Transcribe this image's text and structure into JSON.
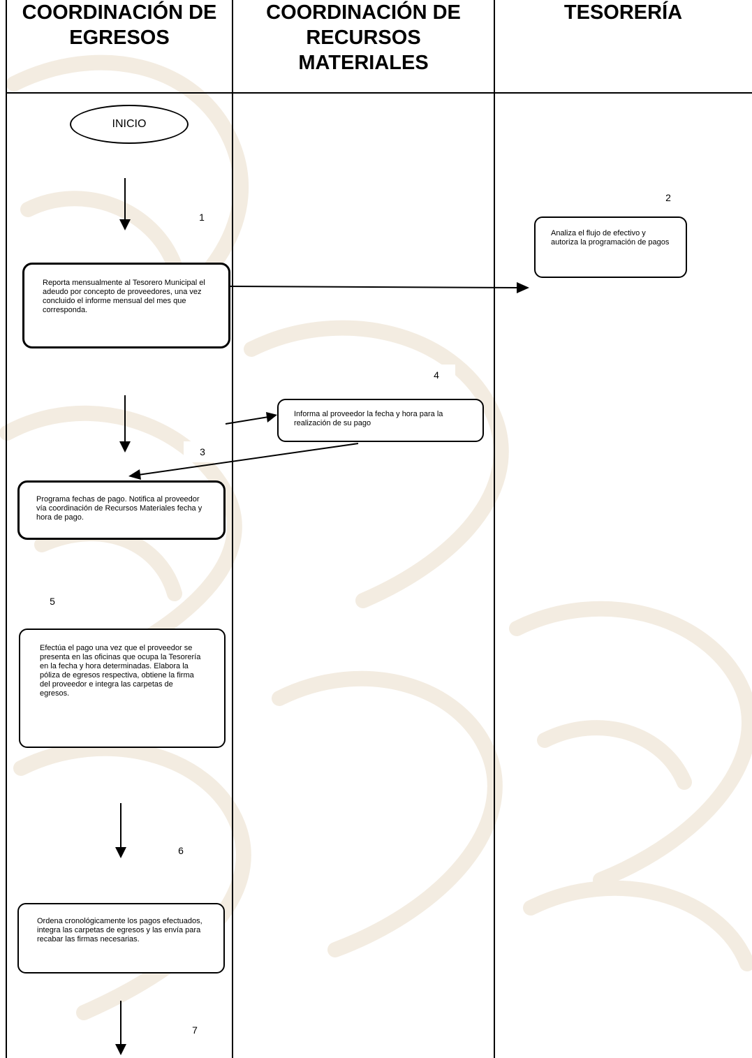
{
  "columns": [
    {
      "title_lines": [
        "COORDINACIÓN DE",
        "EGRESOS"
      ]
    },
    {
      "title_lines": [
        "COORDINACIÓN DE",
        "RECURSOS",
        "MATERIALES"
      ]
    },
    {
      "title_lines": [
        "TESORERÍA"
      ]
    }
  ],
  "start_label": "INICIO",
  "steps": [
    {
      "number": "1",
      "text": "Reporta mensualmente al  Tesorero Municipal el adeudo por concepto  de proveedores, una vez concluido el informe mensual del mes que corresponda."
    },
    {
      "number": "2",
      "text": "Analiza el flujo de efectivo y autoriza la programación de pagos"
    },
    {
      "number": "3",
      "text": "Programa fechas de pago. Notifica al proveedor vía coordinación de Recursos Materiales fecha y hora de pago."
    },
    {
      "number": "4",
      "text": "Informa al proveedor la fecha y hora para la realización de su pago"
    },
    {
      "number": "5",
      "text": "Efectúa  el pago una vez que el proveedor se presenta en las oficinas que ocupa la Tesorería en la fecha y hora determinadas. Elabora la póliza de egresos respectiva, obtiene la firma del proveedor e integra las carpetas de egresos."
    },
    {
      "number": "6",
      "text": "Ordena cronológicamente los pagos efectuados, integra las carpetas de egresos y las envía para recabar las firmas necesarias."
    },
    {
      "number": "7"
    }
  ]
}
